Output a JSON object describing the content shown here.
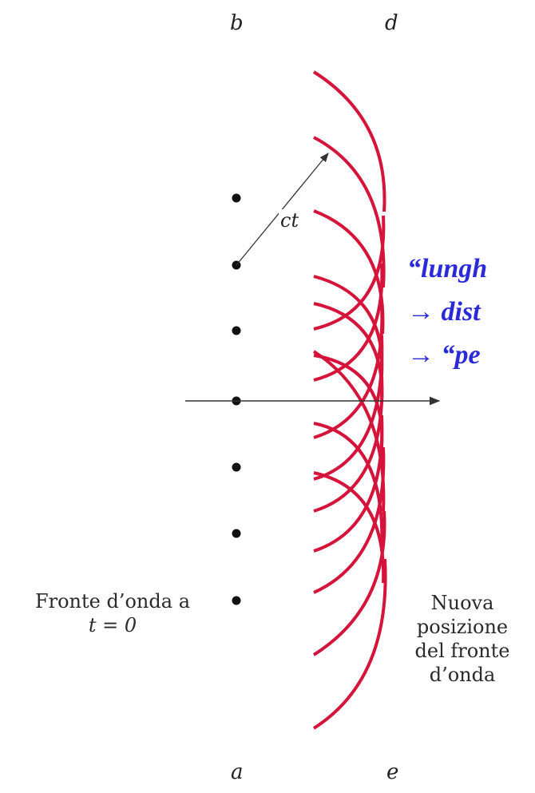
{
  "labels": {
    "b": "b",
    "d": "d",
    "a": "a",
    "e": "e",
    "ct": "ct",
    "front_t0_line1": "Fronte d’onda a",
    "front_t0_line2": "t = 0",
    "new_front_line1": "Nuova",
    "new_front_line2": "posizione",
    "new_front_line3": "del fronte",
    "new_front_line4": "d’onda"
  },
  "annotations": {
    "line1": "“lungh",
    "line2": "→ dist",
    "line3": "→ “pe"
  },
  "colors": {
    "wave": "#d4143a",
    "dot": "#111111",
    "arrow": "#333333",
    "annotation": "#2a2ad8"
  }
}
